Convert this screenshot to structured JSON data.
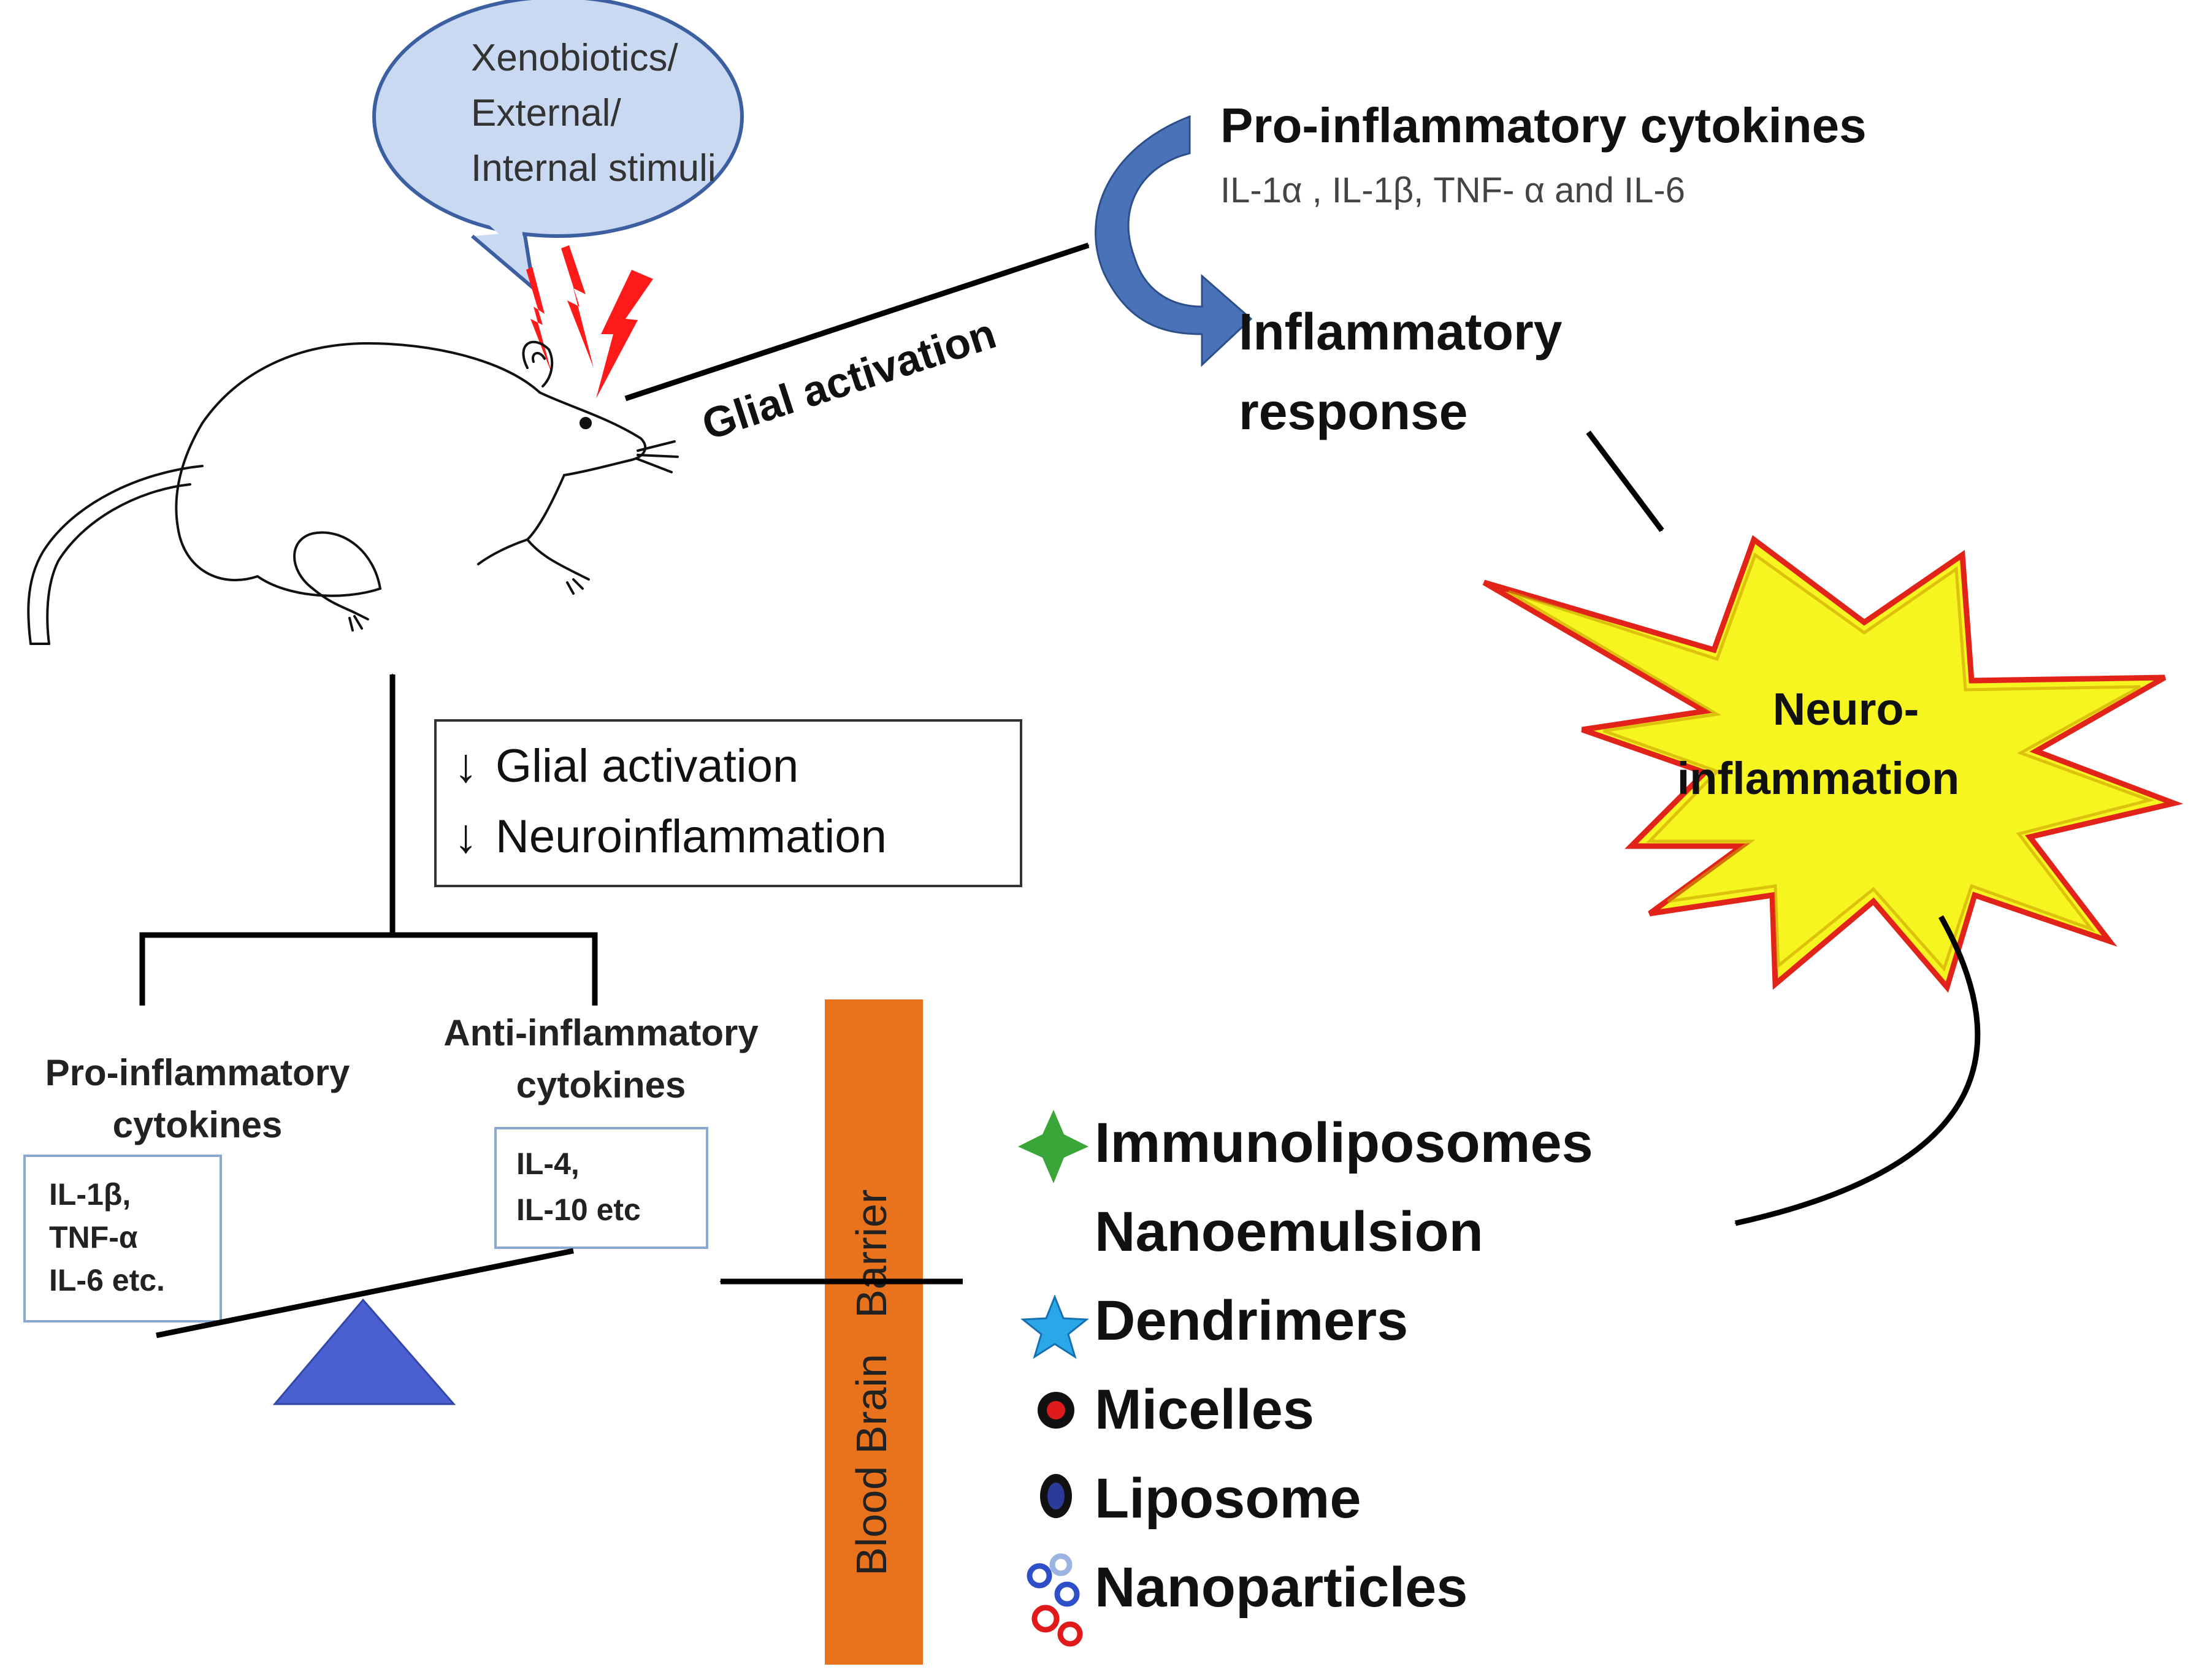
{
  "stimulus_bubble": {
    "lines": [
      "Xenobiotics/",
      "External/",
      "Internal stimuli"
    ]
  },
  "glial_activation_label": "Glial activation",
  "pro_cytokines_top": {
    "title": "Pro-inflammatory cytokines",
    "list": "IL-1α , IL-1β, TNF- α and IL-6"
  },
  "inflammatory_response": [
    "Inflammatory",
    "response"
  ],
  "neuroinflammation": [
    "Neuro-",
    "inflammation"
  ],
  "effects_box": {
    "lines": [
      "Glial activation",
      "Neuroinflammation"
    ]
  },
  "balance": {
    "pro_label": [
      "Pro-inflammatory",
      "cytokines"
    ],
    "pro_box": [
      "IL-1β,",
      "TNF-α",
      "IL-6 etc."
    ],
    "anti_label": [
      "Anti-inflammatory",
      "cytokines"
    ],
    "anti_box": [
      "IL-4,",
      "IL-10 etc"
    ]
  },
  "bbb_label": "Blood Brain   Barrier",
  "nanocarriers": [
    {
      "label": "Immunoliposomes",
      "icon": "green-cross-icon"
    },
    {
      "label": "Nanoemulsion",
      "icon": ""
    },
    {
      "label": "Dendrimers",
      "icon": "blue-star-icon"
    },
    {
      "label": "Micelles",
      "icon": "red-micelle-icon"
    },
    {
      "label": "Liposome",
      "icon": "navy-liposome-icon"
    },
    {
      "label": "Nanoparticles",
      "icon": "nanoparticle-rings-icon"
    }
  ],
  "colors": {
    "bubble_fill": "#c9d9f2",
    "bubble_stroke": "#3b5fa0",
    "lightning": "#ff1a1a",
    "curved_arrow": "#4a72b8",
    "starburst_fill": "#f7f520",
    "starburst_stroke": "#e2231a",
    "bbb_bar": "#e8731c",
    "fulcrum": "#4a5fd0",
    "cross_green": "#3aa63a",
    "star_blue": "#2aa7e8"
  }
}
